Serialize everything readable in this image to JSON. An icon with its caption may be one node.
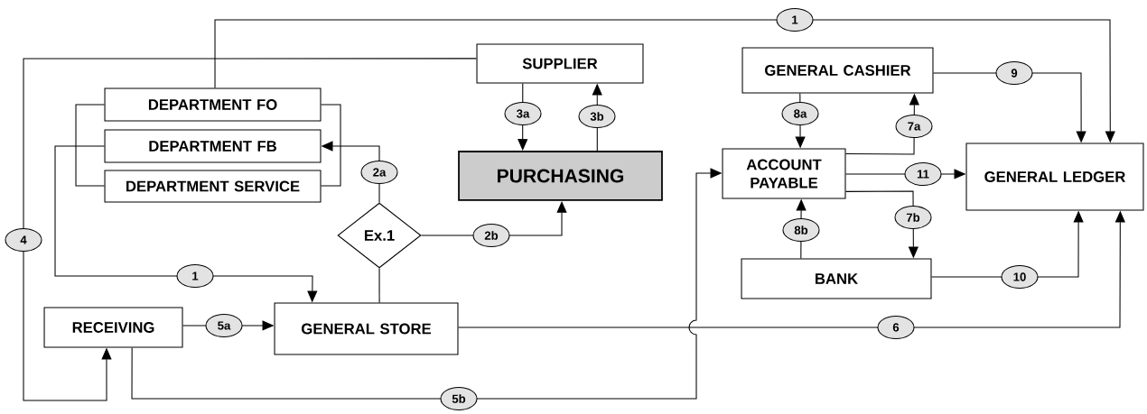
{
  "diagram": {
    "nodes": [
      {
        "text": [
          "SUPPLIER"
        ]
      },
      {
        "text": [
          "DEPARTMENT FO"
        ]
      },
      {
        "text": [
          "DEPARTMENT FB"
        ]
      },
      {
        "text": [
          "DEPARTMENT SERVICE"
        ]
      },
      {
        "text": [
          "PURCHASING"
        ]
      },
      {
        "text": [
          "Ex.1"
        ]
      },
      {
        "text": [
          "GENERAL CASHIER"
        ]
      },
      {
        "text": [
          "ACCOUNT PAYABLE"
        ]
      },
      {
        "text": [
          "GENERAL LEDGER"
        ]
      },
      {
        "text": [
          "BANK"
        ]
      },
      {
        "text": [
          "RECEIVING"
        ]
      },
      {
        "text": [
          "GENERAL STORE"
        ]
      }
    ],
    "edges": [
      {
        "from": 1,
        "to": 8,
        "arrow": "to",
        "label": "1"
      },
      {
        "from": 0,
        "to": 10,
        "arrow": "to",
        "label": "4"
      },
      {
        "from": 1,
        "to": 3,
        "arrow": "none"
      },
      {
        "from": 1,
        "to": 3,
        "arrow": "none"
      },
      {
        "from": 2,
        "to": 11,
        "arrow": "to",
        "label": "1"
      },
      {
        "from": 0,
        "to": 4,
        "arrow": "to",
        "label": "3a"
      },
      {
        "from": 4,
        "to": 0,
        "arrow": "to",
        "label": "3b"
      },
      {
        "from": 5,
        "to": 2,
        "arrow": "to",
        "label": "2a"
      },
      {
        "from": 5,
        "to": 4,
        "arrow": "to",
        "label": "2b"
      },
      {
        "from": 11,
        "to": 5,
        "arrow": "none"
      },
      {
        "from": 10,
        "to": 11,
        "arrow": "to",
        "label": "5a"
      },
      {
        "from": 10,
        "to": 7,
        "arrow": "to",
        "label": "5b"
      },
      {
        "from": 11,
        "to": 8,
        "arrow": "to",
        "label": "6"
      },
      {
        "from": 6,
        "to": 7,
        "arrow": "to",
        "label": "8a"
      },
      {
        "from": 7,
        "to": 6,
        "arrow": "to",
        "label": "7a"
      },
      {
        "from": 7,
        "to": 8,
        "arrow": "to",
        "label": "11"
      },
      {
        "from": 7,
        "to": 9,
        "arrow": "to",
        "label": "7b"
      },
      {
        "from": 9,
        "to": 7,
        "arrow": "to",
        "label": "8b"
      },
      {
        "from": 6,
        "to": 8,
        "arrow": "to",
        "label": "9"
      },
      {
        "from": 9,
        "to": 8,
        "arrow": "to",
        "label": "10"
      }
    ]
  }
}
